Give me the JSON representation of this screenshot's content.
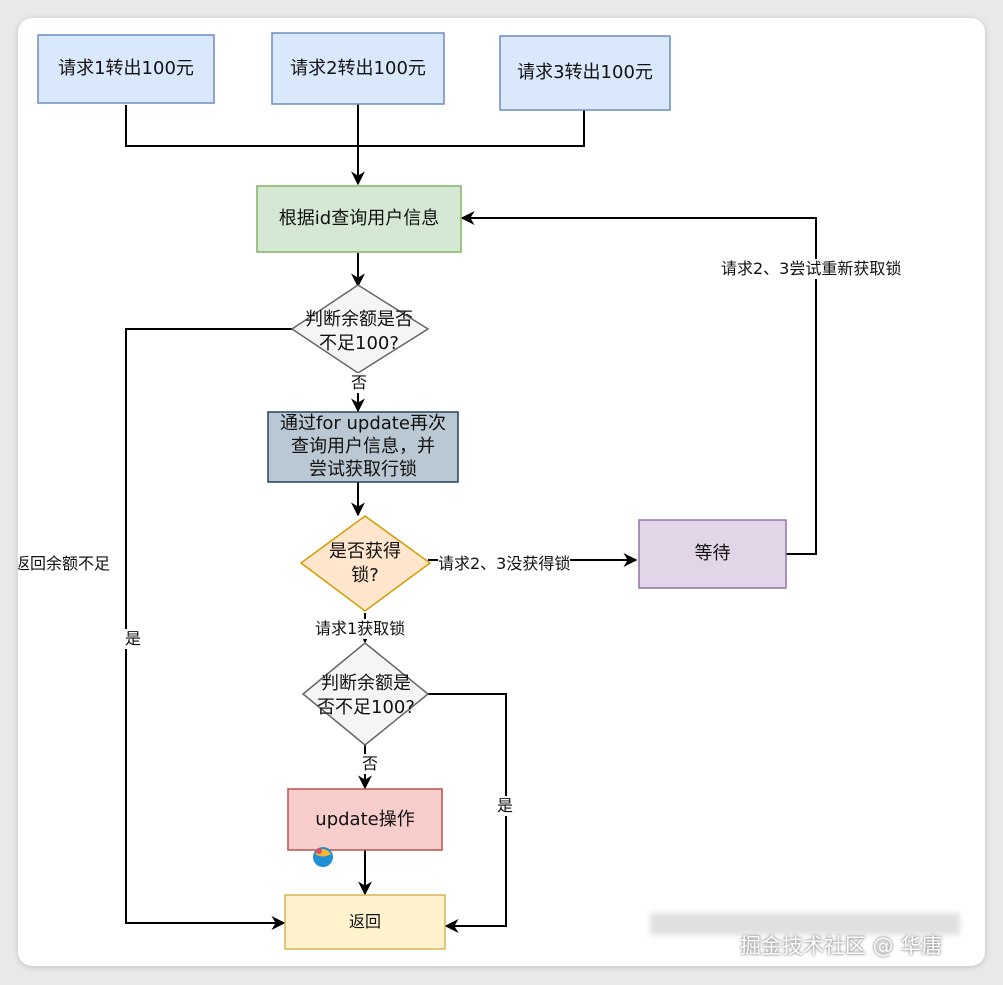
{
  "nodes": {
    "req1": "请求1转出100元",
    "req2": "请求2转出100元",
    "req3": "请求3转出100元",
    "query": "根据id查询用户信息",
    "check1": [
      "判断余额是否",
      "不足100?"
    ],
    "forupdate": [
      "通过for update再次",
      "查询用户信息，并",
      "尝试获取行锁"
    ],
    "lock": [
      "是否获得",
      "锁?"
    ],
    "wait": "等待",
    "check2": [
      "判断余额是",
      "否不足100?"
    ],
    "update": "update操作",
    "return": "返回"
  },
  "labels": {
    "retry": "请求2、3尝试重新获取锁",
    "no1": "否",
    "no_lock": "请求2、3没获得锁",
    "got_lock": "请求1获取锁",
    "no2": "否",
    "yes2": "是",
    "insufficient": "返回余额不足",
    "yes1": "是"
  },
  "watermark": "掘金技术社区 @ 华唐",
  "colors": {
    "blue_fill": "#dae8fc",
    "blue_stroke": "#6c8ebf",
    "green_fill": "#d5e8d4",
    "green_stroke": "#82b366",
    "slate_fill": "#bac8d3",
    "slate_stroke": "#23445d",
    "orange_fill": "#ffe6cc",
    "orange_stroke": "#d79b00",
    "purple_fill": "#e1d5e7",
    "purple_stroke": "#9673a6",
    "red_fill": "#f8cecc",
    "red_stroke": "#b85450",
    "yellow_fill": "#fff2cc",
    "yellow_stroke": "#d6b656",
    "gray_fill": "#f5f5f5",
    "gray_stroke": "#666666"
  }
}
